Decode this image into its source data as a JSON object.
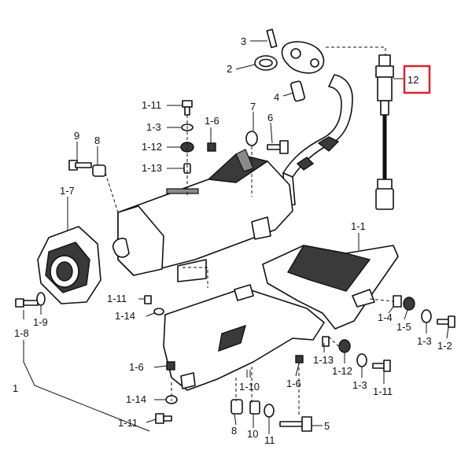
{
  "callouts": {
    "c_1": "1",
    "c_1_1": "1-1",
    "c_1_2": "1-2",
    "c_1_3a": "1-3",
    "c_1_3b": "1-3",
    "c_1_3c": "1-3",
    "c_1_4": "1-4",
    "c_1_5": "1-5",
    "c_1_6a": "1-6",
    "c_1_6b": "1-6",
    "c_1_6c": "1-6",
    "c_1_7": "1-7",
    "c_1_8": "1-8",
    "c_1_9": "1-9",
    "c_1_10": "1-10",
    "c_1_11a": "1-11",
    "c_1_11b": "1-11",
    "c_1_11c": "1-11",
    "c_1_11d": "1-11",
    "c_1_12a": "1-12",
    "c_1_12b": "1-12",
    "c_1_13a": "1-13",
    "c_1_13b": "1-13",
    "c_1_14a": "1-14",
    "c_1_14b": "1-14",
    "c_2": "2",
    "c_3": "3",
    "c_4": "4",
    "c_5": "5",
    "c_6": "6",
    "c_7": "7",
    "c_8a": "8",
    "c_8b": "8",
    "c_9": "9",
    "c_10": "10",
    "c_11": "11",
    "c_12": "12"
  },
  "highlight_color": "#d9232d"
}
